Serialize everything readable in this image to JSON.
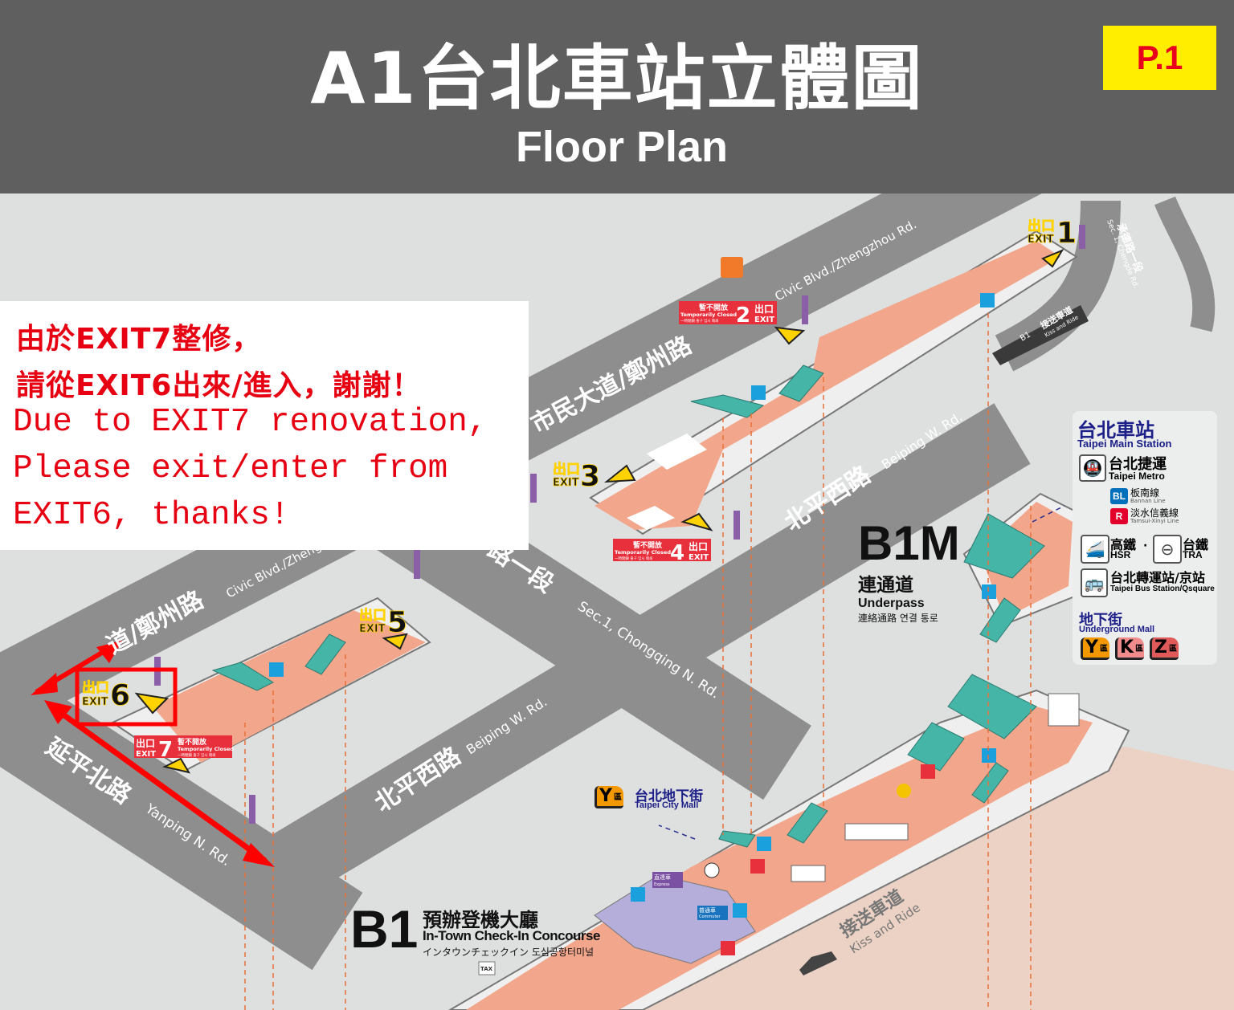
{
  "header": {
    "title": "A1台北車站立體圖",
    "subtitle": "Floor Plan",
    "page": "P.1"
  },
  "notice": {
    "lines": [
      "由於EXIT7整修，",
      "請從EXIT6出來/進入，謝謝！",
      "Due to EXIT7 renovation,",
      "Please exit/enter from",
      "EXIT6, thanks!"
    ],
    "color": "#e60012"
  },
  "exit_label": {
    "zh": "出口",
    "en": "EXIT"
  },
  "exits": [
    {
      "num": "1",
      "status": "open"
    },
    {
      "num": "2",
      "status": "closed"
    },
    {
      "num": "3",
      "status": "open"
    },
    {
      "num": "4",
      "status": "closed"
    },
    {
      "num": "5",
      "status": "open"
    },
    {
      "num": "6",
      "status": "open",
      "highlighted": true
    },
    {
      "num": "7",
      "status": "closed"
    }
  ],
  "closed_label": {
    "zh": "暫不開放",
    "en": "Temporarily Closed",
    "ja_ko": "一時閉鎖  출구 임시 폐쇄"
  },
  "roads": {
    "civic_zh": "市民大道/鄭州路",
    "civic_en": "Civic Blvd./Zhengzhou Rd.",
    "civic_zh_partial": "道/鄭州路",
    "civic_en_partial": "Civic Blvd./Zheng",
    "chongqing_zh_partial": "路一段",
    "chongqing_en": "Sec.1, Chongqing N. Rd.",
    "beiping_zh": "北平西路",
    "beiping_en": "Beiping W. Rd.",
    "yanping_zh": "延平北路",
    "yanping_en": "Yanping N. Rd.",
    "chengde_zh": "承德路一段",
    "chengde_en": "Sec. 1, Chengde Rd."
  },
  "kiss_ride": {
    "zh": "接送車道",
    "en": "Kiss and Ride",
    "ramp": "B1"
  },
  "levels": {
    "b1m": {
      "code": "B1M",
      "zh": "連通道",
      "en": "Underpass",
      "ja_ko": "連絡通路 연결 통로"
    },
    "b1": {
      "code": "B1",
      "zh": "預辦登機大廳",
      "en": "In-Town Check-In Concourse",
      "ja_ko": "インタウンチェックイン  도심공항터미널"
    }
  },
  "mall": {
    "code": "Y",
    "ward": "區",
    "zh": "台北地下街",
    "en": "Taipei City Mall"
  },
  "checkin": {
    "express_zh": "直達車",
    "express_en": "Express",
    "commuter_zh": "普通車",
    "commuter_en": "Commuter",
    "tax": "TAX"
  },
  "legend": {
    "title_zh": "台北車站",
    "title_en": "Taipei Main Station",
    "metro_zh": "台北捷運",
    "metro_en": "Taipei Metro",
    "bl_code": "BL",
    "bl_zh": "板南線",
    "bl_en": "Bannan Line",
    "bl_color": "#0070bd",
    "r_code": "R",
    "r_zh": "淡水信義線",
    "r_en": "Tamsui-Xinyi Line",
    "r_color": "#e3002c",
    "hsr_zh": "高鐵",
    "hsr_en": "HSR",
    "sep": "·",
    "tra_zh": "台鐵",
    "tra_en": "TRA",
    "bus_zh": "台北轉運站/京站",
    "bus_en": "Taipei Bus Station/Qsquare",
    "mall_zh": "地下街",
    "mall_en": "Underground Mall",
    "malls": [
      {
        "code": "Y",
        "ward": "區",
        "color": "#f39800"
      },
      {
        "code": "K",
        "ward": "區",
        "color": "#f08c8c"
      },
      {
        "code": "Z",
        "ward": "區",
        "color": "#e05a5a"
      }
    ]
  },
  "colors": {
    "header": "#5f5f5f",
    "concourse": "#f2a68b",
    "road": "#8e8e8e",
    "exit_open": "#ffd200",
    "exit_closed": "#e8303c",
    "escalator": "#45b5a8",
    "title_blue": "#1d2088"
  }
}
